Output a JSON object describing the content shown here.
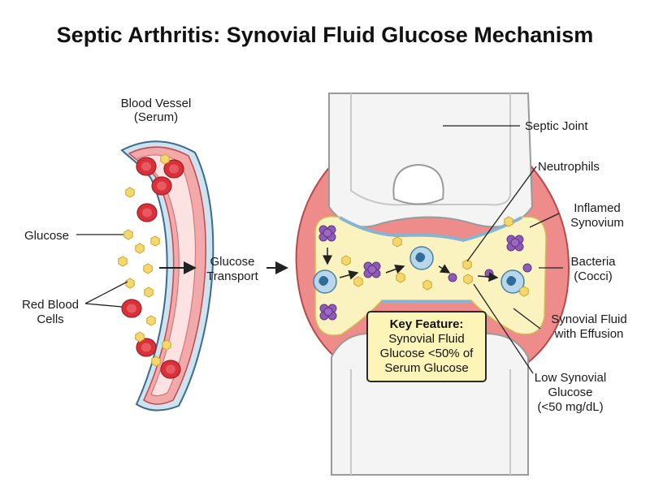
{
  "title": "Septic Arthritis: Synovial Fluid Glucose Mechanism",
  "labels": {
    "blood_vessel": [
      "Blood Vessel",
      "(Serum)"
    ],
    "glucose": "Glucose",
    "red_blood_cells": [
      "Red Blood",
      "Cells"
    ],
    "glucose_transport": [
      "Glucose",
      "Transport"
    ],
    "septic_joint": "Septic Joint",
    "neutrophils": "Neutrophils",
    "inflamed_synovium": [
      "Inflamed",
      "Synovium"
    ],
    "bacteria": [
      "Bacteria",
      "(Cocci)"
    ],
    "synovial_fluid": [
      "Synovial Fluid",
      "with Effusion"
    ],
    "low_glucose": [
      "Low Synovial",
      "Glucose",
      "(<50 mg/dL)"
    ]
  },
  "key_feature": {
    "title": "Key Feature:",
    "lines": [
      "Synovial Fluid",
      "Glucose <50% of",
      "Serum Glucose"
    ]
  },
  "colors": {
    "vessel_outer": "#cfe3ef",
    "vessel_wall": "#f2a9a9",
    "vessel_lumen": "#fde2e2",
    "rbc": "#d9303a",
    "glucose": "#f5d76e",
    "bone": "#f4f4f4",
    "cartilage": "#cfe1ee",
    "synovium": "#ee8b8b",
    "fluid": "#fbf3bf",
    "neutrophil": "#b9d7ea",
    "bacteria": "#8f5bb8",
    "key_fill": "#fdf5b8",
    "key_border": "#2a2a2a"
  }
}
